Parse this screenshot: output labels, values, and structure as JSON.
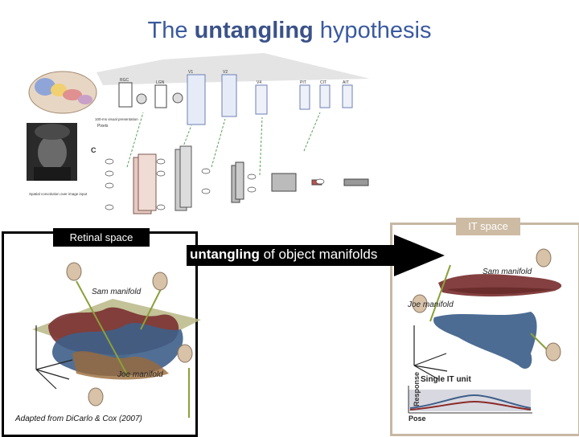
{
  "title": {
    "part1": "The ",
    "emphasis": "untangling",
    "part2": " hypothesis"
  },
  "retinal_label": "Retinal space",
  "it_label": "IT space",
  "arrow": {
    "emphasis": "untangling",
    "rest": " of object manifolds"
  },
  "left_panel": {
    "sam_label": "Sam manifold",
    "joe_label": "Joe manifold",
    "credit": "Adapted from DiCarlo & Cox (2007)"
  },
  "right_panel": {
    "sam_label": "Sam manifold",
    "joe_label": "Joe manifold",
    "unit_label": "Single IT unit",
    "response_label": "Response",
    "pose_label": "Pose"
  },
  "figure": {
    "areas": [
      "RGC",
      "LGN",
      "V1",
      "V2",
      "V4",
      "PIT",
      "CIT",
      "AIT"
    ],
    "panel_c_label": "C",
    "latency_text": "100-ms visual presentation",
    "pixels_text": "Pixels",
    "spatial_text": "Spatial convolution over image input"
  },
  "colors": {
    "title": "#3a5aa0",
    "it_border": "#c7b8a4",
    "sam_surface": "#7a3030",
    "joe_surface": "#3e5f8a",
    "guide_line": "#8aa03a"
  }
}
